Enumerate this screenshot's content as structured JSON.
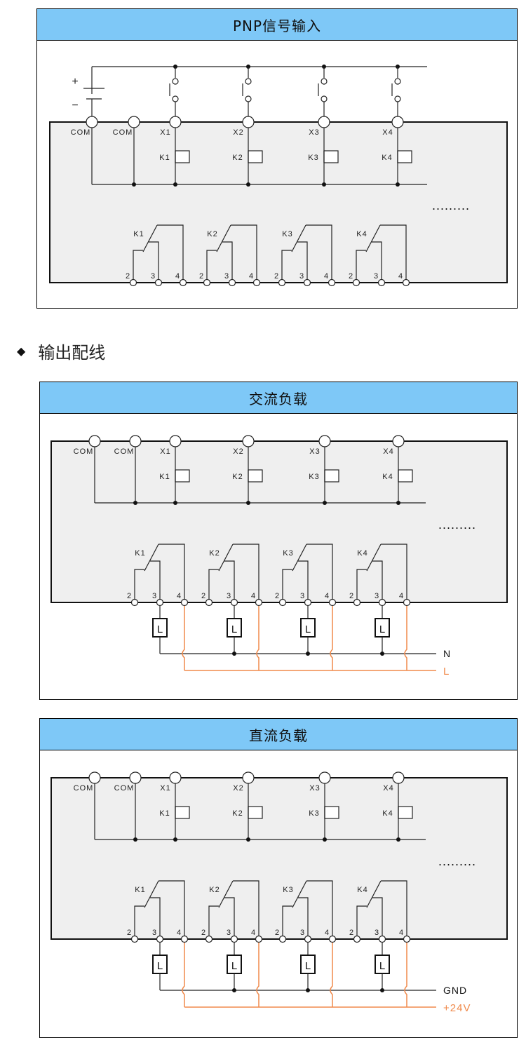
{
  "input_panel": {
    "title": "PNP信号输入",
    "plus_sign": "+",
    "minus_sign": "−"
  },
  "section": {
    "bullet_icon": "diamond-bullet-icon",
    "title": "输出配线"
  },
  "ac_panel": {
    "title": "交流负载",
    "rail_neutral": "N",
    "rail_line": "L"
  },
  "dc_panel": {
    "title": "直流负载",
    "rail_neutral": "GND",
    "rail_line": "+24V"
  },
  "common": {
    "com_labels": [
      "COM",
      "COM"
    ],
    "inputs": [
      "X1",
      "X2",
      "X3",
      "X4"
    ],
    "relays": [
      "K1",
      "K2",
      "K3",
      "K4"
    ],
    "contact_pins": [
      "2",
      "3",
      "4"
    ],
    "load_label": "L",
    "continuation": "........."
  },
  "colors": {
    "header_bg": "#7ec8f7",
    "module_bg": "#efefef",
    "supply_line": "#f08a4b"
  }
}
